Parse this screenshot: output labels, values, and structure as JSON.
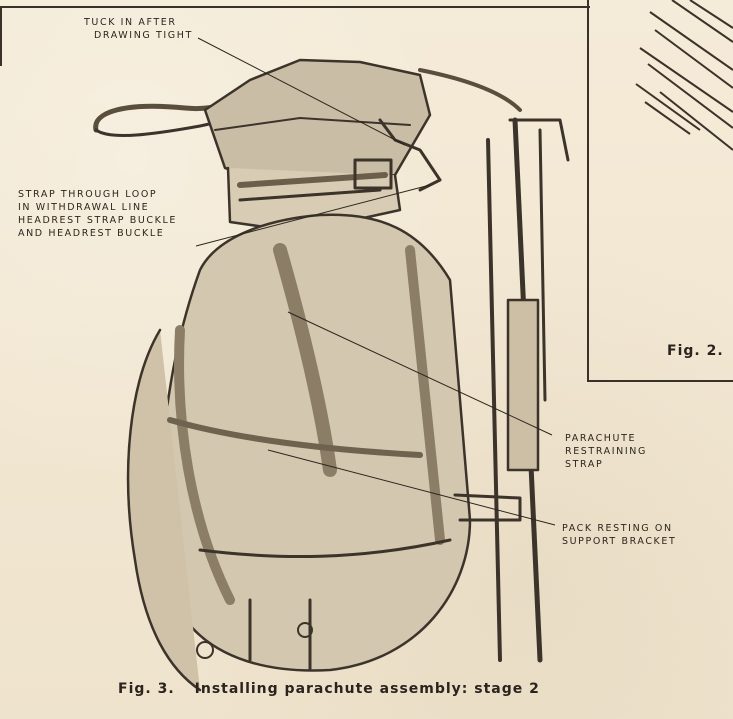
{
  "labels": {
    "tuck": [
      "TUCK IN AFTER",
      "DRAWING TIGHT"
    ],
    "strap": [
      "STRAP THROUGH LOOP",
      "IN WITHDRAWAL LINE",
      "HEADREST STRAP BUCKLE",
      "AND HEADREST BUCKLE"
    ],
    "restraining": [
      "PARACHUTE",
      "RESTRAINING",
      "STRAP"
    ],
    "pack": [
      "PACK RESTING ON",
      "SUPPORT BRACKET"
    ]
  },
  "fig2_label": "Fig. 2.",
  "caption": {
    "number": "Fig. 3.",
    "text": "Installing parachute assembly: stage 2"
  }
}
